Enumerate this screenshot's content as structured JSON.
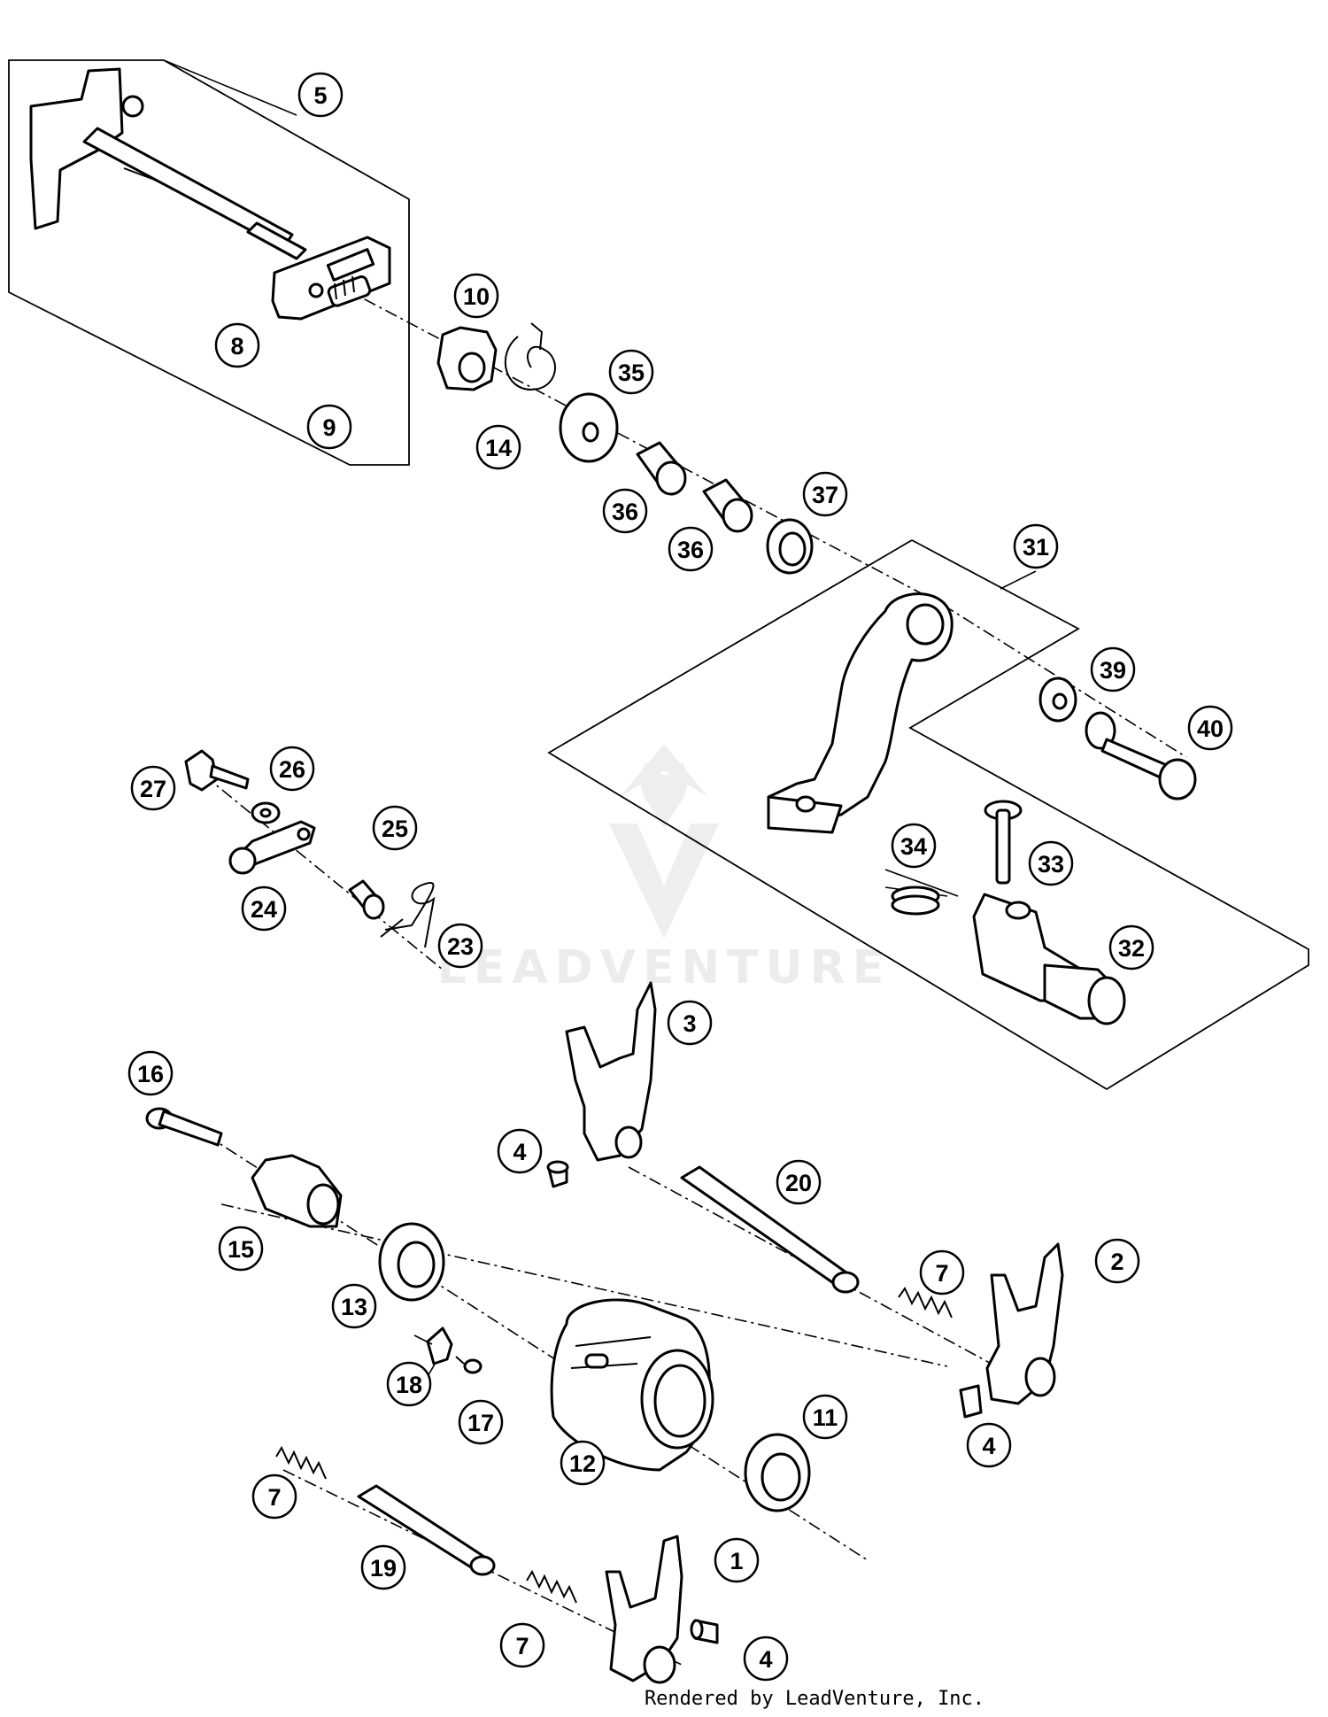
{
  "diagram": {
    "callouts": [
      "5",
      "8",
      "9",
      "10",
      "14",
      "35",
      "36",
      "36",
      "37",
      "31",
      "39",
      "40",
      "27",
      "26",
      "25",
      "24",
      "23",
      "34",
      "33",
      "32",
      "3",
      "16",
      "4",
      "20",
      "15",
      "13",
      "7",
      "2",
      "18",
      "17",
      "12",
      "11",
      "4",
      "7",
      "19",
      "1",
      "7",
      "4"
    ]
  },
  "watermark": {
    "text": "LEADVENTURE"
  },
  "footer": {
    "credit": "Rendered by LeadVenture, Inc."
  }
}
